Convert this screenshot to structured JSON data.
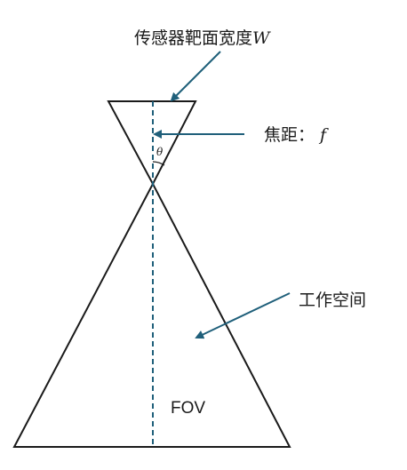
{
  "diagram": {
    "sensor_label": "传感器靶面宽度",
    "sensor_symbol": "W",
    "focal_label": "焦距：",
    "focal_symbol": "f",
    "angle_symbol": "θ",
    "workspace_label": "工作空间",
    "fov_label": "FOV"
  },
  "colors": {
    "outline": "#1a1a1a",
    "axis": "#1f5f7a",
    "arrow": "#1f5f7a"
  }
}
